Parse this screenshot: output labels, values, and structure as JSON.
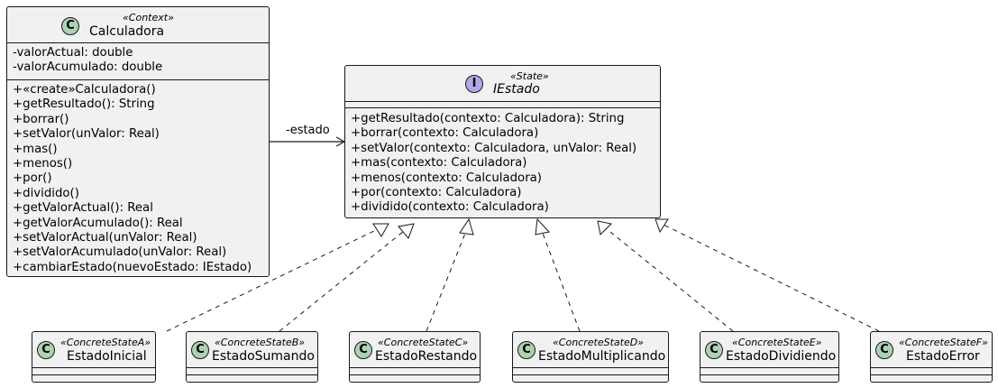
{
  "calculadora": {
    "stereotype": "«Context»",
    "name": "Calculadora",
    "badge": "C",
    "attributes": [
      "-valorActual: double",
      "-valorAcumulado: double"
    ],
    "methods": [
      "+«create»Calculadora()",
      "+getResultado(): String",
      "+borrar()",
      "+setValor(unValor: Real)",
      "+mas()",
      "+menos()",
      "+por()",
      "+dividido()",
      "+getValorActual(): Real",
      "+getValorAcumulado(): Real",
      "+setValorActual(unValor: Real)",
      "+setValorAcumulado(unValor: Real)",
      "+cambiarEstado(nuevoEstado: IEstado)"
    ]
  },
  "iestado": {
    "stereotype": "«State»",
    "name": "IEstado",
    "badge": "I",
    "methods": [
      "+getResultado(contexto: Calculadora): String",
      "+borrar(contexto: Calculadora)",
      "+setValor(contexto: Calculadora, unValor: Real)",
      "+mas(contexto: Calculadora)",
      "+menos(contexto: Calculadora)",
      "+por(contexto: Calculadora)",
      "+dividido(contexto: Calculadora)"
    ]
  },
  "association_label": "-estado",
  "states": [
    {
      "stereotype": "«ConcreteStateA»",
      "name": "EstadoInicial",
      "badge": "C"
    },
    {
      "stereotype": "«ConcreteStateB»",
      "name": "EstadoSumando",
      "badge": "C"
    },
    {
      "stereotype": "«ConcreteStateC»",
      "name": "EstadoRestando",
      "badge": "C"
    },
    {
      "stereotype": "«ConcreteStateD»",
      "name": "EstadoMultiplicando",
      "badge": "C"
    },
    {
      "stereotype": "«ConcreteStateE»",
      "name": "EstadoDividiendo",
      "badge": "C"
    },
    {
      "stereotype": "«ConcreteStateF»",
      "name": "EstadoError",
      "badge": "C"
    }
  ],
  "colors": {
    "class_fill": "#f1f1f1",
    "class_badge": "#add1b2",
    "interface_badge": "#b4a7e5",
    "line": "#181818"
  }
}
